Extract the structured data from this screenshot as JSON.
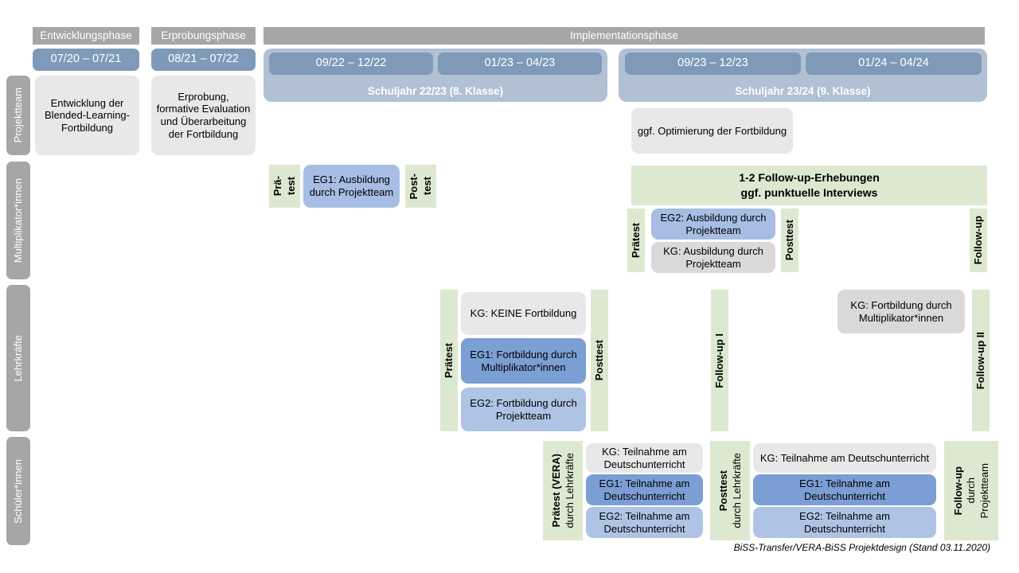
{
  "diagram": {
    "title": "BiSS-Transfer/VERA-BiSS Projektdesign",
    "footer": "BiSS-Transfer/VERA-BiSS Projektdesign (Stand 03.11.2020)",
    "colors": {
      "phase_header_gray": "#a6a6a6",
      "date_chip_blue": "#7f9ab8",
      "schuljahr_blue": "#b2c0d4",
      "green_bar": "#dce9d0",
      "card_gray": "#e8e8e8",
      "card_gray_dark": "#d9d9d9",
      "eg1_blue": "#7b9fd4",
      "eg2_blue": "#afc4e5",
      "blue_mid": "#a7bde3"
    }
  },
  "phases": [
    {
      "label": "Entwicklungsphase"
    },
    {
      "label": "Erprobungsphase"
    },
    {
      "label": "Implementationsphase"
    }
  ],
  "periods": [
    {
      "label": "07/20 – 07/21"
    },
    {
      "label": "08/21 – 07/22"
    },
    {
      "label": "09/22 – 12/22"
    },
    {
      "label": "01/23 – 04/23"
    },
    {
      "label": "09/23 – 12/23"
    },
    {
      "label": "01/24 – 04/24"
    }
  ],
  "school_years": [
    {
      "label": "Schuljahr 22/23 (8. Klasse)"
    },
    {
      "label": "Schuljahr 23/24 (9. Klasse)"
    }
  ],
  "actors": [
    {
      "label": "Projektteam"
    },
    {
      "label": "Multiplikator*innen"
    },
    {
      "label": "Lehrkräfte"
    },
    {
      "label": "Schüler*innen"
    }
  ],
  "projektteam": {
    "entwicklung": "Entwicklung der Blended-Learning-Fortbildung",
    "erprobung": "Erprobung, formative Evaluation und Überarbeitung der Fortbildung",
    "optimierung": "ggf. Optimierung der Fortbildung"
  },
  "multiplikatoren": {
    "praetest_line1": "Prä-",
    "praetest_line2": "test",
    "eg1": "EG1: Ausbildung durch Projektteam",
    "posttest_line1": "Post-",
    "posttest_line2": "test",
    "followup_banner_line1": "1-2 Follow-up-Erhebungen",
    "followup_banner_line2": "ggf. punktuelle Interviews",
    "praetest2": "Prätest",
    "eg2": "EG2: Ausbildung durch Projektteam",
    "kg": "KG: Ausbildung durch Projektteam",
    "posttest2": "Posttest",
    "followup": "Follow-up"
  },
  "lehrkraefte": {
    "praetest": "Prätest",
    "kg_keine": "KG:  KEINE Fortbildung",
    "eg1": "EG1: Fortbildung durch Multiplikator*innen",
    "eg2": "EG2: Fortbildung durch Projektteam",
    "posttest": "Posttest",
    "followup1": "Follow-up I",
    "kg_fortbildung": "KG: Fortbildung durch Multiplikator*innen",
    "followup2": "Follow-up II"
  },
  "schueler": {
    "praetest_main": "Prätest (VERA)",
    "praetest_sub": "durch Lehrkräfte",
    "kg_left": "KG: Teilnahme am Deutschunterricht",
    "eg1_left": "EG1: Teilnahme am Deutschunterricht",
    "eg2_left": "EG2: Teilnahme am Deutschunterricht",
    "posttest_main": "Posttest",
    "posttest_sub": "durch Lehrkräfte",
    "kg_right": "KG: Teilnahme am Deutschunterricht",
    "eg1_right": "EG1: Teilnahme am Deutschunterricht",
    "eg2_right": "EG2: Teilnahme am Deutschunterricht",
    "followup_main": "Follow-up",
    "followup_sub1": "durch",
    "followup_sub2": "Projektteam"
  }
}
